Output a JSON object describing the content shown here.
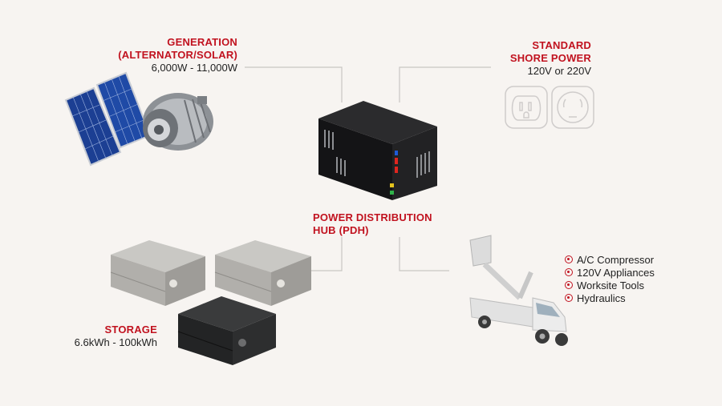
{
  "generation": {
    "title_line1": "GENERATION",
    "title_line2": "(ALTERNATOR/SOLAR)",
    "range": "6,000W - 11,000W",
    "icons": [
      "solar-panel-icon",
      "alternator-icon"
    ]
  },
  "shore_power": {
    "title_line1": "STANDARD",
    "title_line2": "SHORE POWER",
    "voltage": "120V or 220V",
    "icons": [
      "outlet-120v-icon",
      "outlet-220v-icon"
    ]
  },
  "hub": {
    "title_line1": "POWER DISTRIBUTION",
    "title_line2": "HUB (PDH)",
    "icon": "power-hub-unit-icon"
  },
  "storage": {
    "title": "STORAGE",
    "range": "6.6kWh - 100kWh",
    "icon": "battery-pack-icon"
  },
  "loads": {
    "items": [
      "A/C Compressor",
      "120V Appliances",
      "Worksite Tools",
      "Hydraulics"
    ],
    "icon": "bucket-truck-icon"
  },
  "colors": {
    "accent": "#c1121f",
    "background": "#f7f4f1",
    "connector": "#c9c6c3"
  }
}
